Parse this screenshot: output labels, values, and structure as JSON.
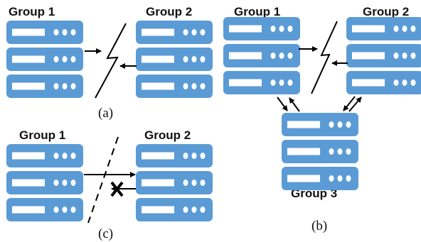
{
  "colors": {
    "server": "#5b9bd5",
    "ink": "#000000",
    "background": "#ffffff"
  },
  "icons": {
    "server": "server-rack-icon",
    "link_break": "lightning-break-icon",
    "partition": "dashed-partition-line",
    "blocked": "x-mark-icon"
  },
  "labels": {
    "a_group1": "Group 1",
    "a_group2": "Group 2",
    "a_caption": "(a)",
    "b_group1": "Group 1",
    "b_group2": "Group 2",
    "b_group3": "Group 3",
    "b_caption": "(b)",
    "c_group1": "Group 1",
    "c_group2": "Group 2",
    "c_caption": "(c)"
  }
}
